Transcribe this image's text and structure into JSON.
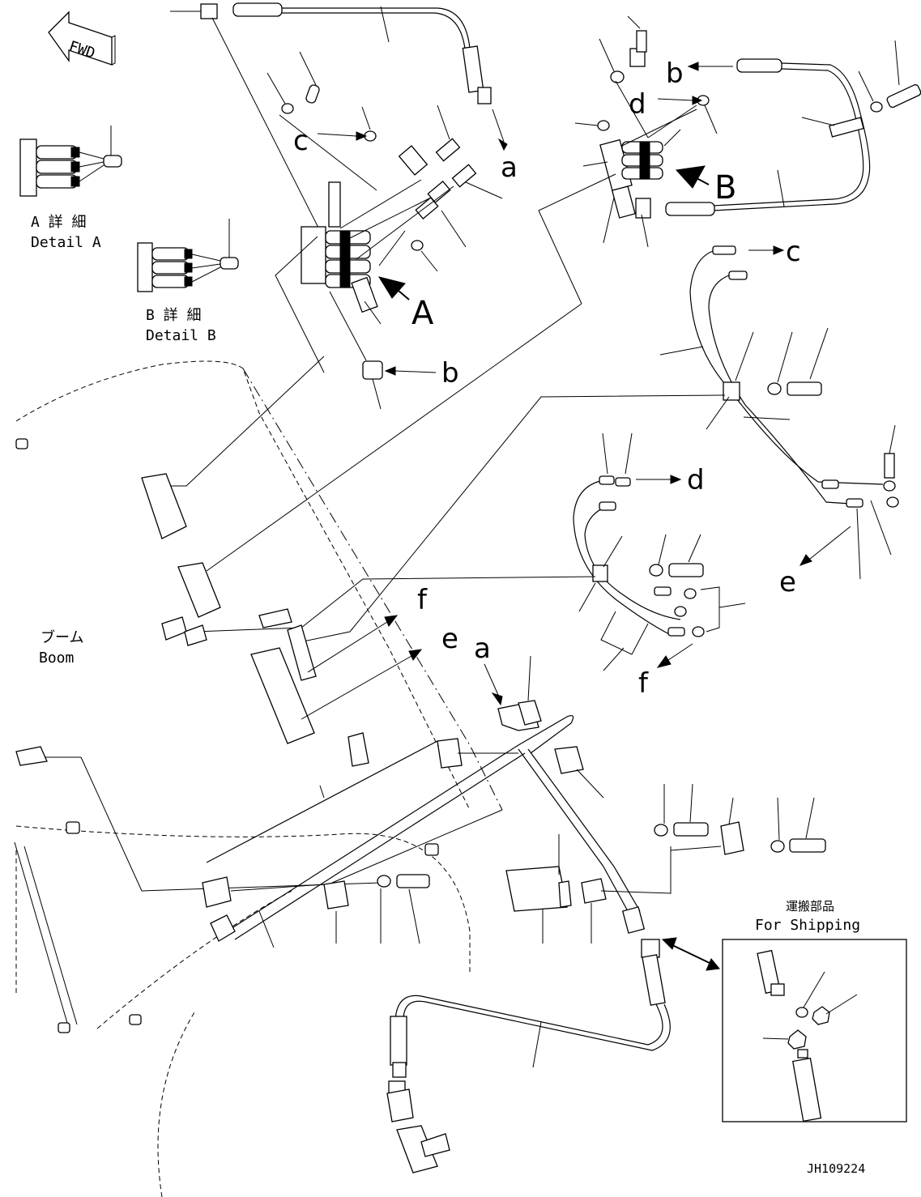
{
  "fwd_label": "FWD",
  "detail_a": {
    "jp": "A 詳 細",
    "en": "Detail A"
  },
  "detail_b": {
    "jp": "B 詳 細",
    "en": "Detail B"
  },
  "view_a": "A",
  "view_b": "B",
  "boom": {
    "jp": "ブーム",
    "en": "Boom"
  },
  "shipping": {
    "jp": "運搬部品",
    "en": "For Shipping"
  },
  "drawing_number": "JH109224",
  "connection_labels": {
    "a_top": "a",
    "b_left": "b",
    "b_right": "b",
    "c_left": "c",
    "c_right": "c",
    "d_right": "d",
    "d_mid": "d",
    "e_mid": "e",
    "e_right": "e",
    "f_mid": "f",
    "f_right": "f",
    "a_lower": "a"
  }
}
